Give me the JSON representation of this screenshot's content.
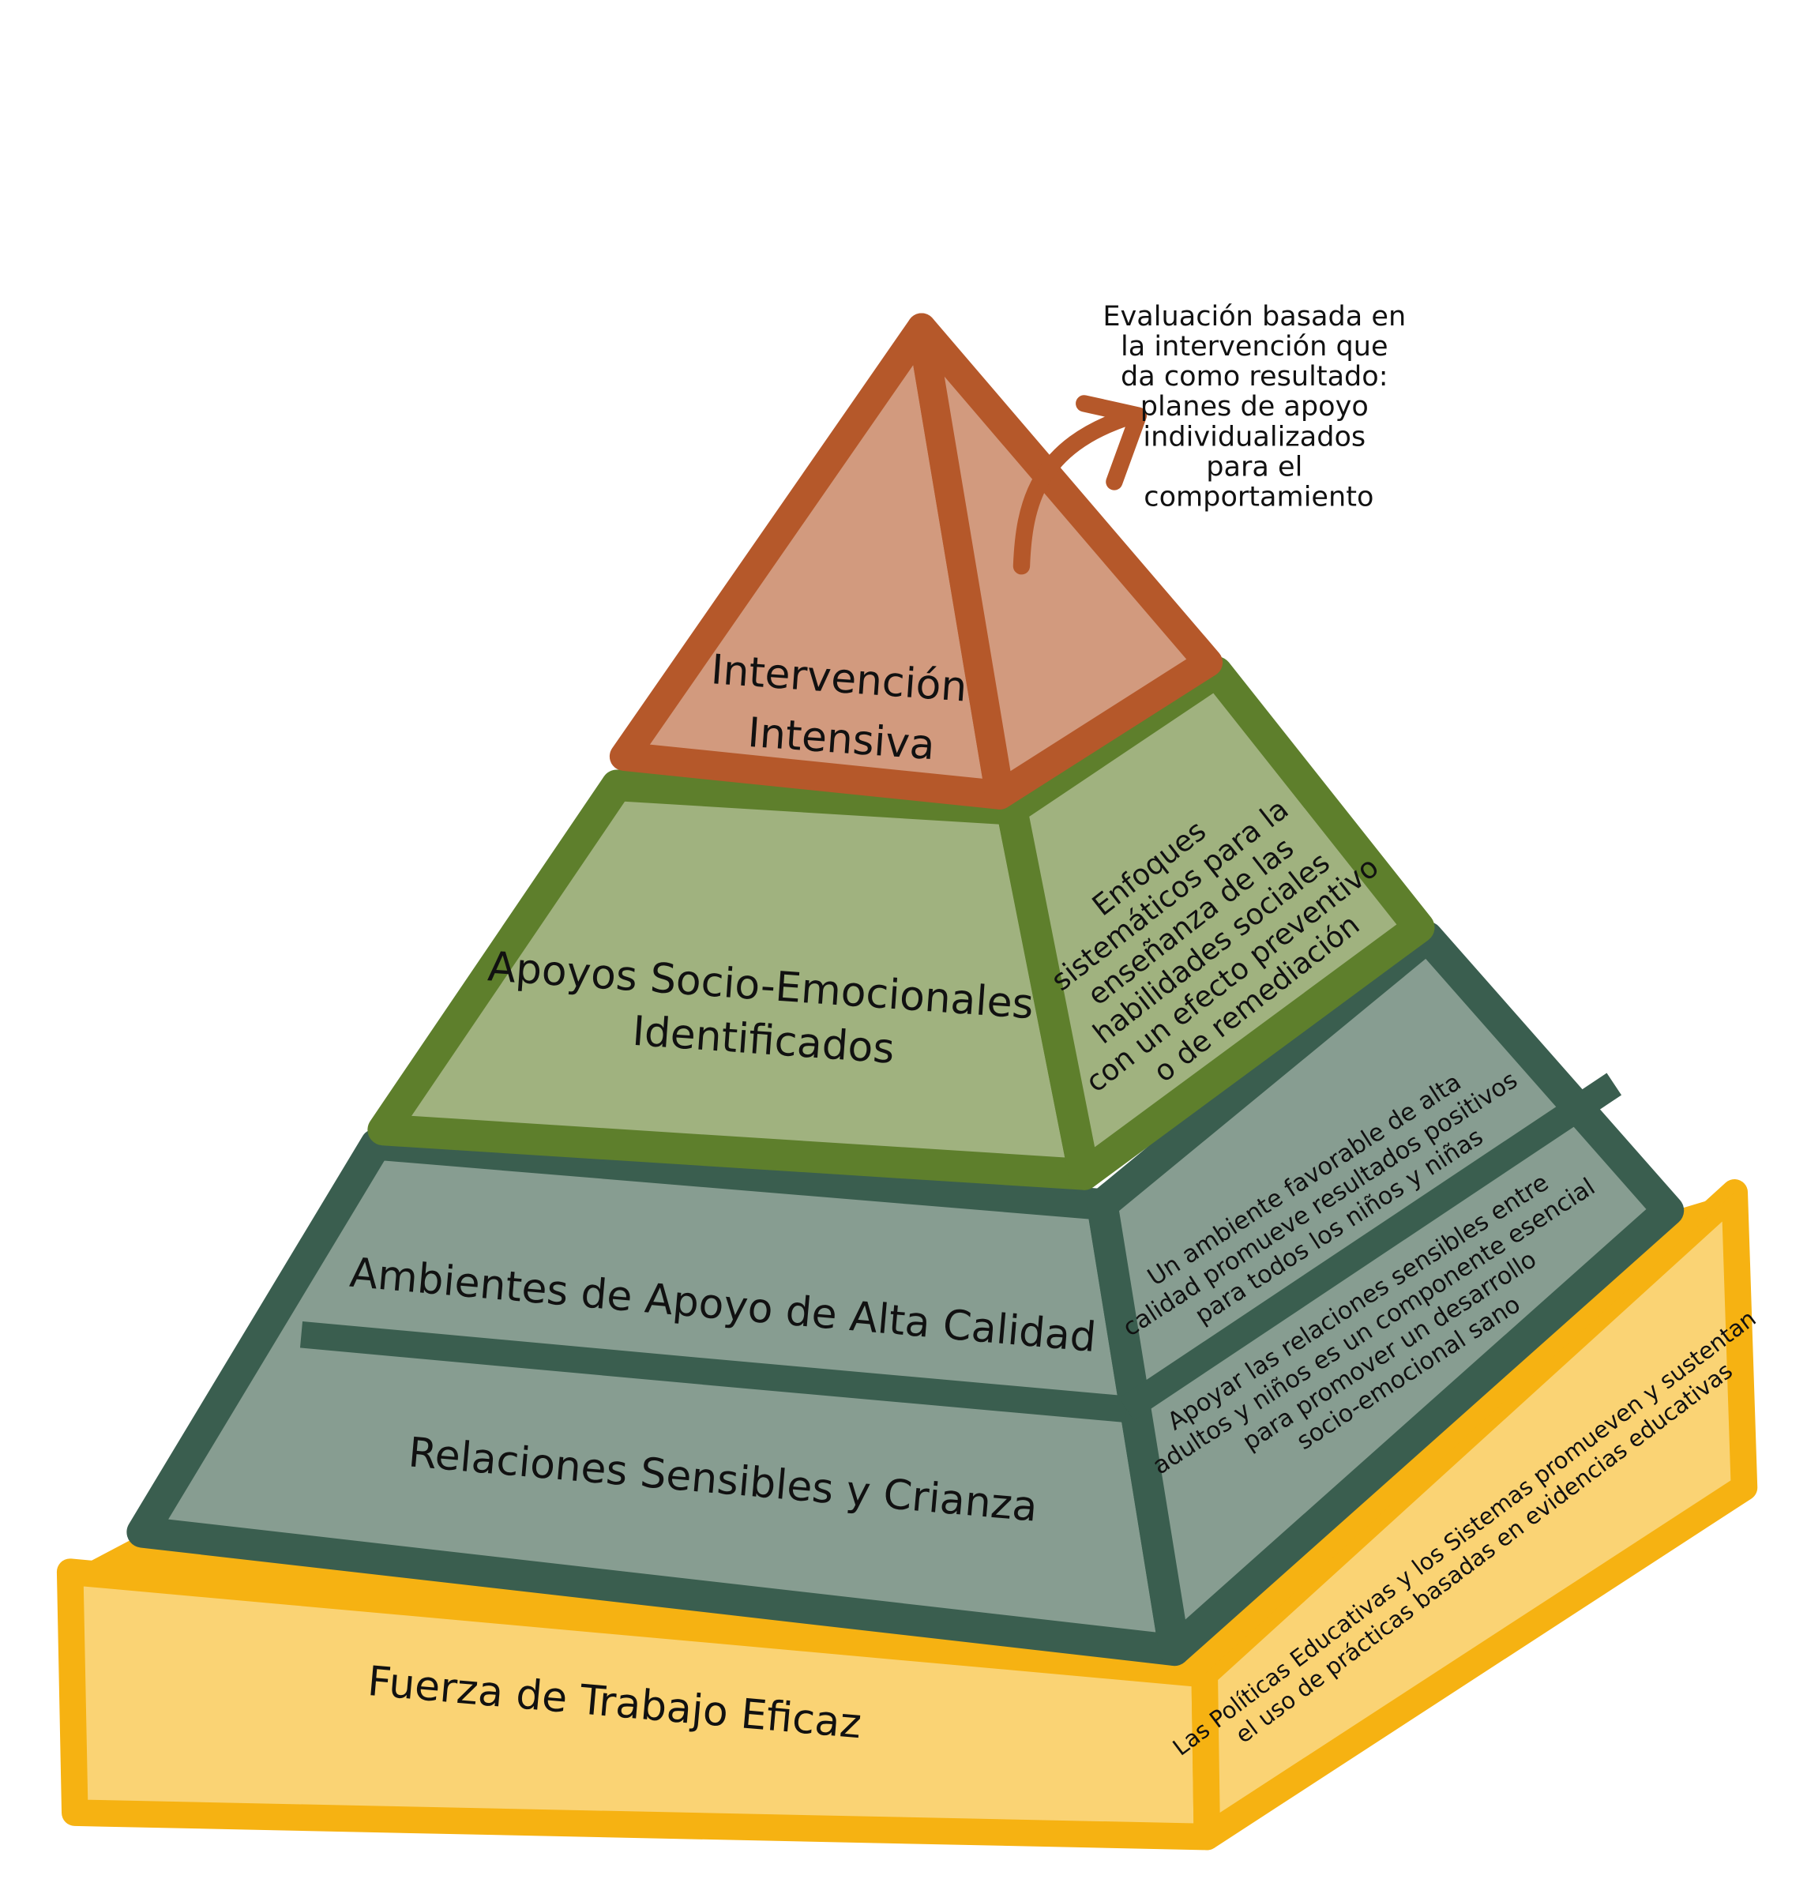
{
  "colors": {
    "orange_edge": "#b5582a",
    "orange_fill": "#d29a7e",
    "green_edge": "#5e7f2c",
    "green_fill": "#a0b27f",
    "teal_edge": "#3a5e4f",
    "teal_fill": "#879d91",
    "yellow_edge": "#f6b212",
    "yellow_fill": "#fad374"
  },
  "tiers": {
    "top": {
      "label_lines": [
        "Intervención",
        "Intensiva"
      ]
    },
    "second": {
      "label_lines": [
        "Apoyos Socio-Emocionales",
        "Identificados"
      ],
      "side_lines": [
        "Enfoques",
        "sistemáticos para la",
        "enseñanza de las",
        "habilidades sociales",
        "con un efecto preventivo",
        "o de remediación"
      ]
    },
    "third": {
      "label": "Ambientes de Apoyo de Alta Calidad",
      "side_lines": [
        "Un ambiente favorable de alta",
        "calidad promueve resultados positivos",
        "para todos los niños y niñas"
      ]
    },
    "fourth": {
      "label": "Relaciones Sensibles y Crianza",
      "side_lines": [
        "Apoyar las relaciones sensibles entre",
        "adultos y niños es un componente esencial",
        "para promover un desarrollo",
        "socio-emocional sano"
      ]
    },
    "base": {
      "label": "Fuerza de Trabajo Eficaz",
      "side_lines": [
        "Las Políticas Educativas y los Sistemas promueven y sustentan",
        "el uso de  prácticas basadas en evidencias educativas"
      ]
    }
  },
  "annotation": {
    "lines": [
      "Evaluación basada en",
      "la intervención que",
      "da como resultado:",
      "planes de apoyo",
      "individualizados",
      "para el",
      "comportamiento"
    ]
  }
}
